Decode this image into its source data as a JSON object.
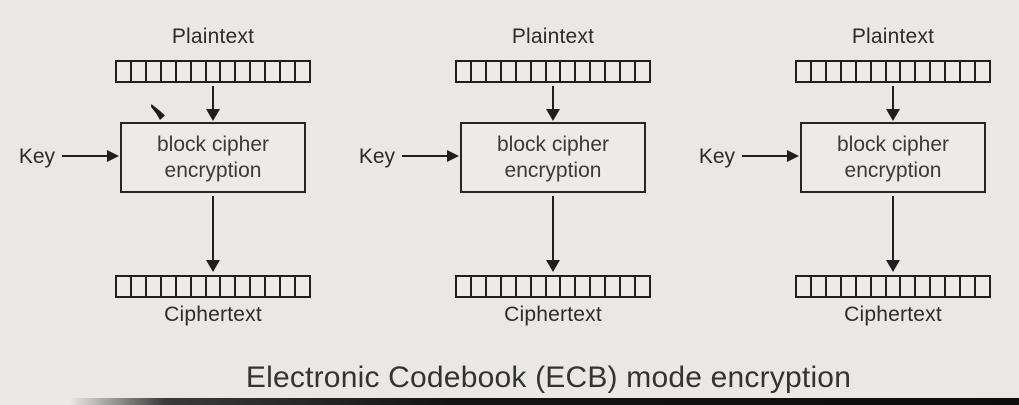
{
  "caption": "Electronic Codebook (ECB) mode encryption",
  "colors": {
    "background": "#e9e8e5",
    "line": "#1f1f1f",
    "label_text": "#2b2b2b",
    "box_text": "#3a3a3a",
    "caption_text": "#333333"
  },
  "units": [
    {
      "plaintext_label": "Plaintext",
      "block_cells": 13,
      "key_label": "Key",
      "box_label_line1": "block cipher",
      "box_label_line2": "encryption",
      "ciphertext_label": "Ciphertext"
    },
    {
      "plaintext_label": "Plaintext",
      "block_cells": 13,
      "key_label": "Key",
      "box_label_line1": "block cipher",
      "box_label_line2": "encryption",
      "ciphertext_label": "Ciphertext"
    },
    {
      "plaintext_label": "Plaintext",
      "block_cells": 13,
      "key_label": "Key",
      "box_label_line1": "block cipher",
      "box_label_line2": "encryption",
      "ciphertext_label": "Ciphertext"
    }
  ]
}
